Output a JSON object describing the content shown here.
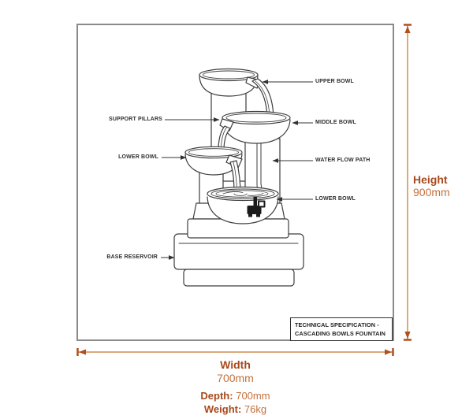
{
  "diagram": {
    "border_color": "#8a8a8a",
    "stroke_color": "#3d3d3d",
    "labels_left": [
      {
        "id": "support-pillars",
        "text": "SUPPORT PILLARS"
      },
      {
        "id": "lower-bowl-left",
        "text": "LOWER BOWL"
      },
      {
        "id": "base-reservoir",
        "text": "BASE RESERVOIR"
      }
    ],
    "labels_right": [
      {
        "id": "upper-bowl",
        "text": "UPPER BOWL"
      },
      {
        "id": "middle-bowl",
        "text": "MIDDLE BOWL"
      },
      {
        "id": "water-flow-path",
        "text": "WATER FLOW PATH"
      },
      {
        "id": "lower-bowl-right",
        "text": "LOWER BOWL"
      }
    ],
    "caption_line1": "TECHNICAL SPECIFICATION -",
    "caption_line2": "CASCADING BOWLS FOUNTAIN"
  },
  "dimensions": {
    "accent_dark": "#a8491c",
    "accent_light": "#c4703c",
    "line_color": "#dba97d",
    "height_label": "Height",
    "height_value": "900mm",
    "width_label": "Width",
    "width_value": "700mm",
    "depth_label": "Depth:",
    "depth_value": "700mm",
    "weight_label": "Weight:",
    "weight_value": "76kg"
  }
}
